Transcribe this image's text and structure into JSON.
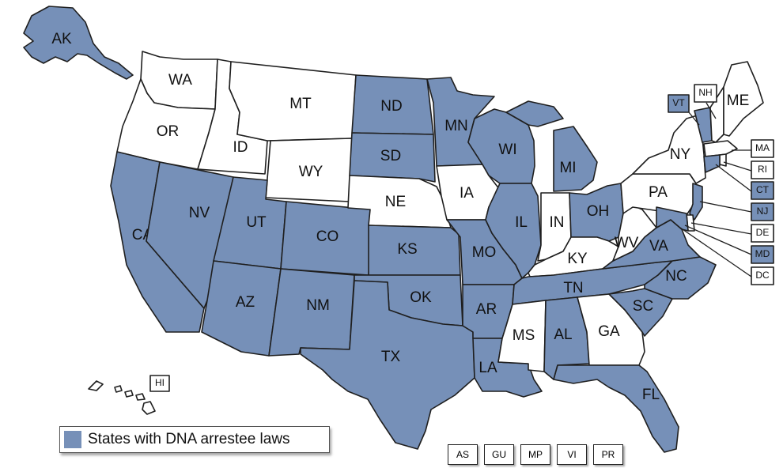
{
  "colors": {
    "law": "#7690b8",
    "nolaw": "#ffffff",
    "border": "#1f1f1f"
  },
  "legend": {
    "label": "States with DNA arrestee laws"
  },
  "states": {
    "WA": {
      "label": "WA",
      "law": false
    },
    "OR": {
      "label": "OR",
      "law": false
    },
    "ID": {
      "label": "ID",
      "law": false
    },
    "MT": {
      "label": "MT",
      "law": false
    },
    "WY": {
      "label": "WY",
      "law": false
    },
    "NE": {
      "label": "NE",
      "law": false
    },
    "IA": {
      "label": "IA",
      "law": false
    },
    "IN": {
      "label": "IN",
      "law": false
    },
    "KY": {
      "label": "KY",
      "law": false
    },
    "WV": {
      "label": "WV",
      "law": false
    },
    "PA": {
      "label": "PA",
      "law": false
    },
    "NY": {
      "label": "NY",
      "law": false
    },
    "ME": {
      "label": "ME",
      "law": false
    },
    "MS": {
      "label": "MS",
      "law": false
    },
    "GA": {
      "label": "GA",
      "law": false
    },
    "CA": {
      "label": "CA",
      "law": true
    },
    "NV": {
      "label": "NV",
      "law": true
    },
    "UT": {
      "label": "UT",
      "law": true
    },
    "AZ": {
      "label": "AZ",
      "law": true
    },
    "CO": {
      "label": "CO",
      "law": true
    },
    "NM": {
      "label": "NM",
      "law": true
    },
    "ND": {
      "label": "ND",
      "law": true
    },
    "SD": {
      "label": "SD",
      "law": true
    },
    "KS": {
      "label": "KS",
      "law": true
    },
    "OK": {
      "label": "OK",
      "law": true
    },
    "TX": {
      "label": "TX",
      "law": true
    },
    "MN": {
      "label": "MN",
      "law": true
    },
    "WI": {
      "label": "WI",
      "law": true
    },
    "MI": {
      "label": "MI",
      "law": true
    },
    "IL": {
      "label": "IL",
      "law": true
    },
    "MO": {
      "label": "MO",
      "law": true
    },
    "AR": {
      "label": "AR",
      "law": true
    },
    "LA": {
      "label": "LA",
      "law": true
    },
    "OH": {
      "label": "OH",
      "law": true
    },
    "TN": {
      "label": "TN",
      "law": true
    },
    "AL": {
      "label": "AL",
      "law": true
    },
    "FL": {
      "label": "FL",
      "law": true
    },
    "SC": {
      "label": "SC",
      "law": true
    },
    "NC": {
      "label": "NC",
      "law": true
    },
    "VA": {
      "label": "VA",
      "law": true
    },
    "AK": {
      "label": "AK",
      "law": true
    }
  },
  "small_states": {
    "VT": {
      "label": "VT",
      "law": true
    },
    "NH": {
      "label": "NH",
      "law": false
    },
    "MA": {
      "label": "MA",
      "law": false
    },
    "RI": {
      "label": "RI",
      "law": false
    },
    "CT": {
      "label": "CT",
      "law": true
    },
    "NJ": {
      "label": "NJ",
      "law": true
    },
    "DE": {
      "label": "DE",
      "law": false
    },
    "MD": {
      "label": "MD",
      "law": true
    },
    "DC": {
      "label": "DC",
      "law": false
    },
    "HI": {
      "label": "HI",
      "law": false
    }
  },
  "territories": [
    {
      "label": "AS",
      "law": false
    },
    {
      "label": "GU",
      "law": false
    },
    {
      "label": "MP",
      "law": false
    },
    {
      "label": "VI",
      "law": false
    },
    {
      "label": "PR",
      "law": false
    }
  ]
}
